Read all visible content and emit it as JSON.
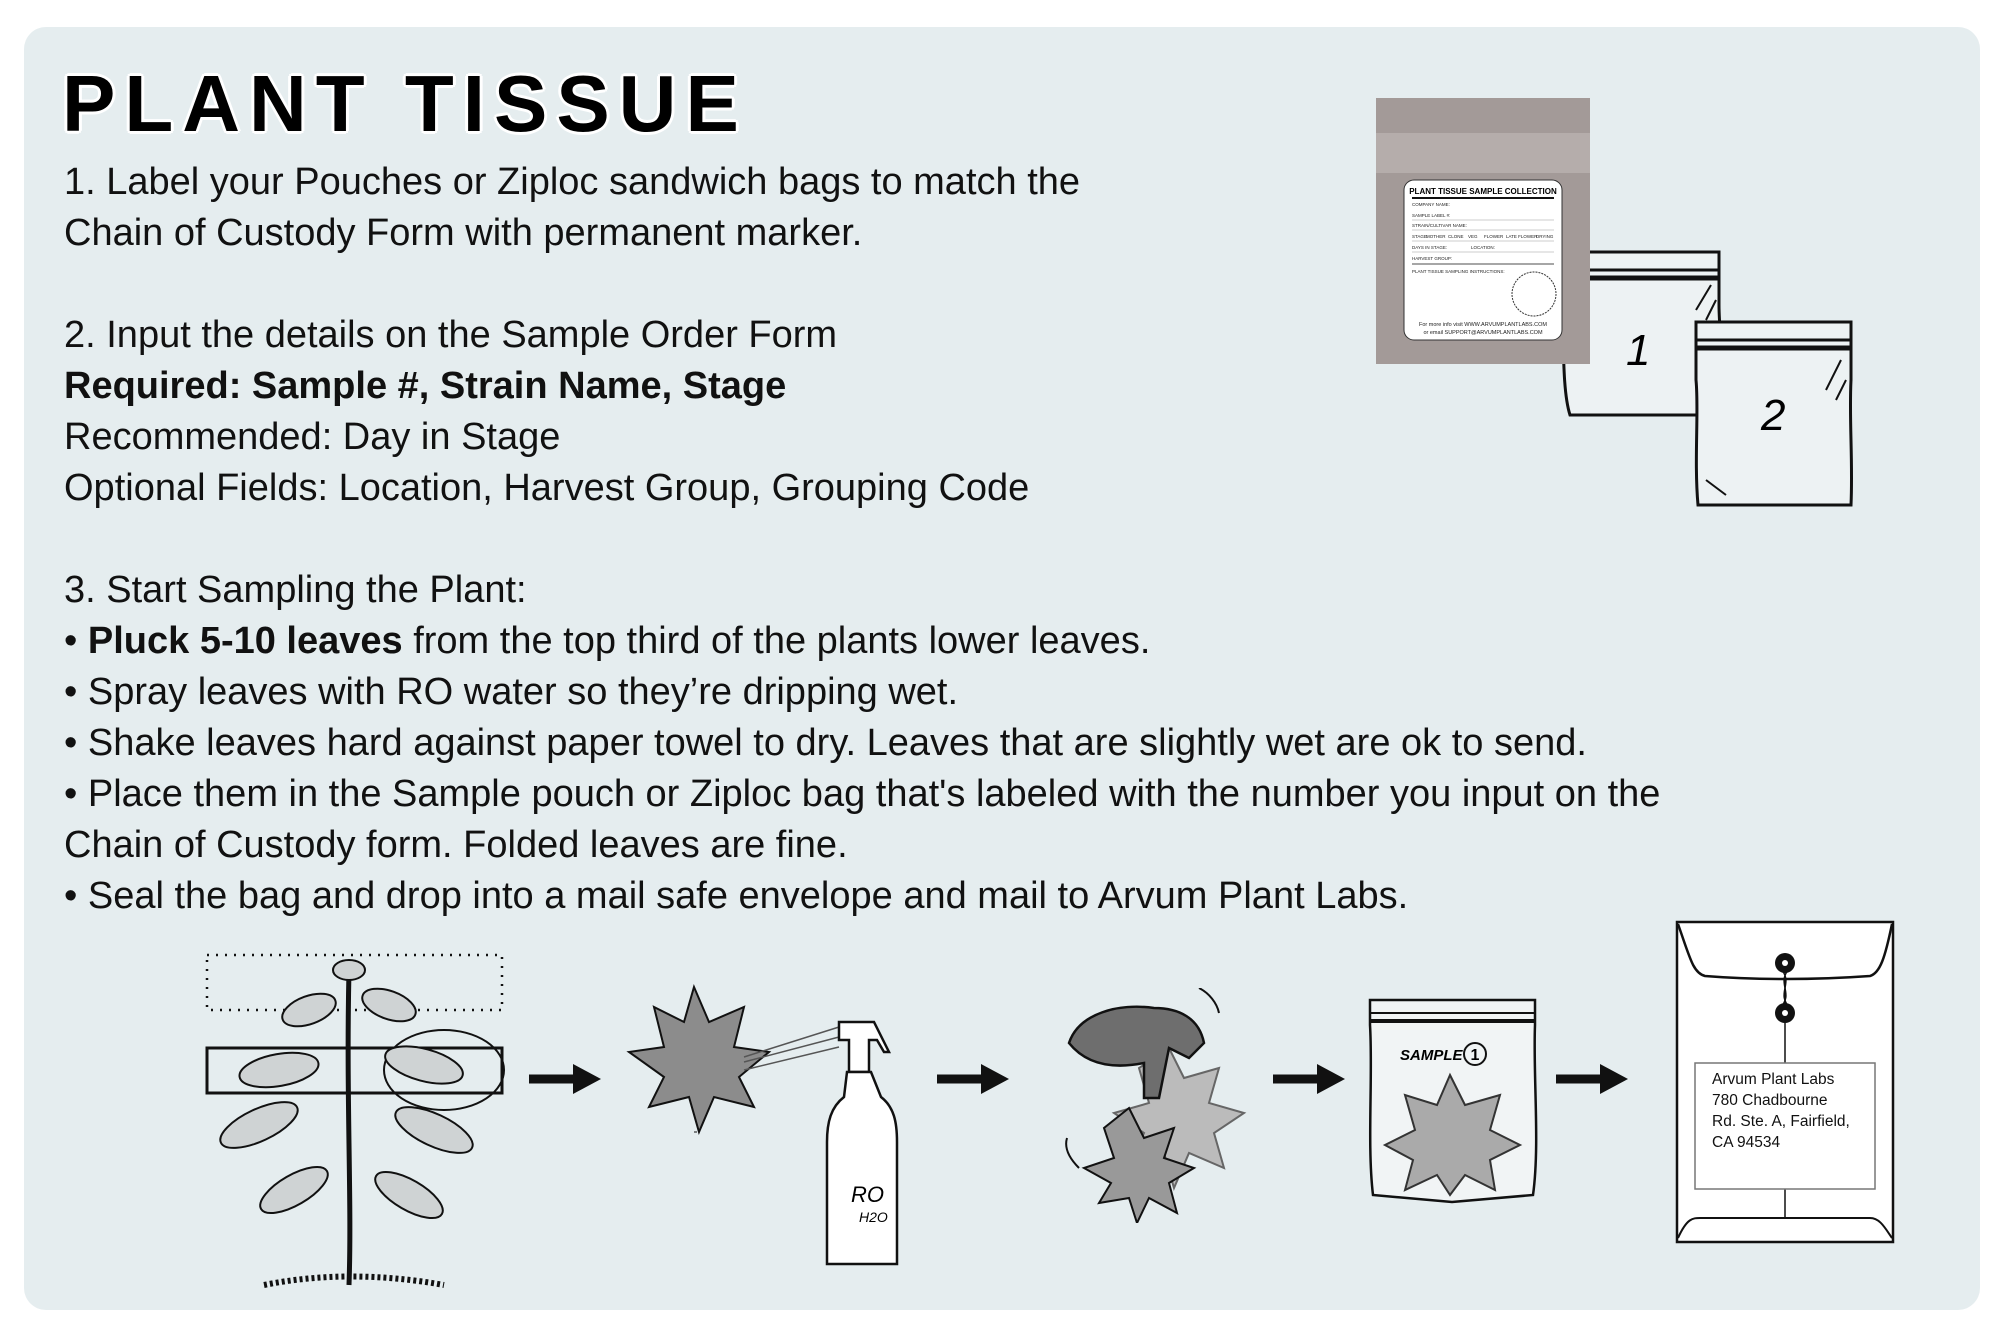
{
  "title": "PLANT TISSUE",
  "step1": {
    "line1": "1. Label your Pouches or Ziploc sandwich bags to match the",
    "line2": "Chain of Custody Form with permanent marker."
  },
  "step2": {
    "line1": "2. Input the details on the Sample Order Form",
    "required": "Required:  Sample #, Strain Name, Stage",
    "recommended": "Recommended:  Day in Stage",
    "optional": "Optional Fields: Location, Harvest Group, Grouping Code"
  },
  "step3": {
    "heading": "3. Start Sampling the Plant:",
    "bullet": "•",
    "b1_bold": "Pluck 5-10 leaves",
    "b1_rest": " from the top third of the plants lower leaves.",
    "b2": "Spray leaves with RO water so they’re dripping wet.",
    "b3": "Shake leaves hard against paper towel to dry.  Leaves that are slightly wet are ok to send.",
    "b4_line1": "Place them in the Sample pouch or Ziploc bag that's labeled with the number you input on the",
    "b4_line2": "Chain of Custody form.  Folded leaves are fine.",
    "b5": "Seal the bag and drop into a mail safe envelope and mail to Arvum Plant Labs."
  },
  "pouch": {
    "heading": "PLANT TISSUE SAMPLE COLLECTION",
    "fields": [
      "COMPANY NAME:",
      "SAMPLE LABEL #:",
      "STRAIN/CULTIVAR NAME:",
      "STAGE:",
      "DAYS IN STAGE:",
      "LOCATION:",
      "HARVEST GROUP:"
    ],
    "stages": [
      "MOTHER",
      "CLONE",
      "VEG",
      "FLOWER",
      "LATE FLOWER",
      "DRYING"
    ],
    "instructions_heading": "PLANT TISSUE SAMPLING INSTRUCTIONS:",
    "footer1": "For more info visit WWW.ARVUMPLANTLABS.COM",
    "footer2": "or email SUPPORT@ARVUMPLANTLABS.COM",
    "color": "#a39a98"
  },
  "bags": {
    "label1": "1",
    "label2": "2"
  },
  "bottle": {
    "label1": "RO",
    "label2": "H2O"
  },
  "sample_bag": {
    "label": "SAMPLE",
    "number": "1"
  },
  "envelope": {
    "address": [
      "Arvum Plant Labs",
      "780 Chadbourne",
      "Rd. Ste. A, Fairfield,",
      "CA 94534"
    ]
  },
  "icons": [
    "arrow-right-icon",
    "plant-icon",
    "leaf-icon",
    "spray-bottle-icon",
    "hand-shaking-leaves-icon",
    "sample-bag-icon",
    "envelope-icon",
    "sample-pouch-icon",
    "ziploc-bag-icon"
  ],
  "colors": {
    "background": "#e5edef",
    "text": "#111111"
  }
}
